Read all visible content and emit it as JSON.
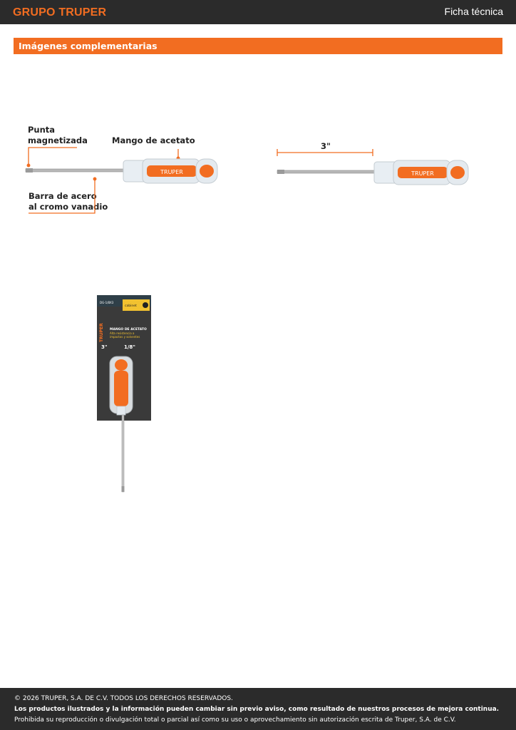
{
  "header": {
    "brand": "GRUPO TRUPER",
    "doc_type": "Ficha técnica"
  },
  "section": {
    "title": "Imágenes complementarias"
  },
  "diagram": {
    "callout_tip": "Punta\nmagnetizada",
    "callout_handle": "Mango de acetato",
    "callout_bar": "Barra de acero\nal cromo vanadio",
    "handle_logo": "TRUPER",
    "dimension_label": "3\""
  },
  "package": {
    "model": "DG-1/8X3",
    "brand_vertical": "TRUPER",
    "badge": "cabinet",
    "line1": "MANGO DE ACETATO",
    "line2": "Alta resistencia a",
    "line3": "impactos y solventes",
    "length": "3\"",
    "width": "1/8\""
  },
  "footer": {
    "copyright": "© 2026 TRUPER, S.A. DE C.V. TODOS LOS DERECHOS RESERVADOS.",
    "notice": "Los productos ilustrados y la información pueden cambiar sin previo aviso, como resultado de nuestros procesos de mejora continua.",
    "prohibition": "Prohibida su reproducción o divulgación total o parcial así como su uso o aprovechamiento sin autorización escrita de Truper, S.A. de C.V."
  },
  "colors": {
    "orange": "#f26d21",
    "dark": "#2b2b2b"
  }
}
